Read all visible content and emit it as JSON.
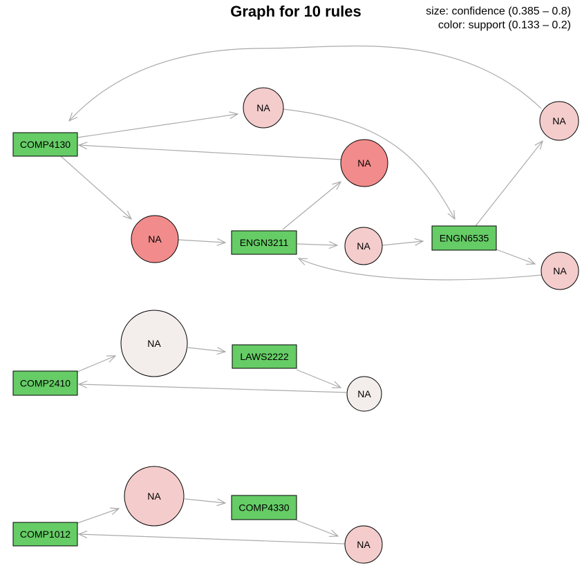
{
  "title": "Graph for 10 rules",
  "legend": {
    "size": "size: confidence (0.385 – 0.8)",
    "color": "color: support (0.133 – 0.2)"
  },
  "colors": {
    "item_fill": "#66cc66",
    "edge": "#aaaaaa",
    "support_low": "#f3edeb",
    "support_mid": "#f4cccc",
    "support_high": "#f28b8b"
  },
  "items": [
    {
      "id": "COMP4130",
      "label": "COMP4130"
    },
    {
      "id": "ENGN3211",
      "label": "ENGN3211"
    },
    {
      "id": "ENGN6535",
      "label": "ENGN6535"
    },
    {
      "id": "COMP2410",
      "label": "COMP2410"
    },
    {
      "id": "LAWS2222",
      "label": "LAWS2222"
    },
    {
      "id": "COMP1012",
      "label": "COMP1012"
    },
    {
      "id": "COMP4330",
      "label": "COMP4330"
    }
  ],
  "rules": [
    {
      "id": "r1",
      "label": "NA",
      "color": "#f4cccc"
    },
    {
      "id": "r2",
      "label": "NA",
      "color": "#f4cccc"
    },
    {
      "id": "r3",
      "label": "NA",
      "color": "#f28b8b"
    },
    {
      "id": "r4",
      "label": "NA",
      "color": "#f28b8b"
    },
    {
      "id": "r5",
      "label": "NA",
      "color": "#f4cccc"
    },
    {
      "id": "r6",
      "label": "NA",
      "color": "#f4cccc"
    },
    {
      "id": "r7",
      "label": "NA",
      "color": "#f3edeb"
    },
    {
      "id": "r8",
      "label": "NA",
      "color": "#f3edeb"
    },
    {
      "id": "r9",
      "label": "NA",
      "color": "#f4cccc"
    },
    {
      "id": "r10",
      "label": "NA",
      "color": "#f4cccc"
    }
  ],
  "edges": [
    {
      "from": "r2",
      "to": "COMP4130"
    },
    {
      "from": "COMP4130",
      "to": "r1"
    },
    {
      "from": "r1",
      "to": "ENGN6535"
    },
    {
      "from": "r3",
      "to": "COMP4130"
    },
    {
      "from": "COMP4130",
      "to": "r4"
    },
    {
      "from": "r4",
      "to": "ENGN3211"
    },
    {
      "from": "ENGN3211",
      "to": "r3"
    },
    {
      "from": "ENGN3211",
      "to": "r5"
    },
    {
      "from": "r5",
      "to": "ENGN6535"
    },
    {
      "from": "ENGN6535",
      "to": "r2"
    },
    {
      "from": "ENGN6535",
      "to": "r6"
    },
    {
      "from": "r6",
      "to": "ENGN3211"
    },
    {
      "from": "COMP2410",
      "to": "r7"
    },
    {
      "from": "r7",
      "to": "LAWS2222"
    },
    {
      "from": "LAWS2222",
      "to": "r8"
    },
    {
      "from": "r8",
      "to": "COMP2410"
    },
    {
      "from": "COMP1012",
      "to": "r9"
    },
    {
      "from": "r9",
      "to": "COMP4330"
    },
    {
      "from": "COMP4330",
      "to": "r10"
    },
    {
      "from": "r10",
      "to": "COMP1012"
    }
  ]
}
